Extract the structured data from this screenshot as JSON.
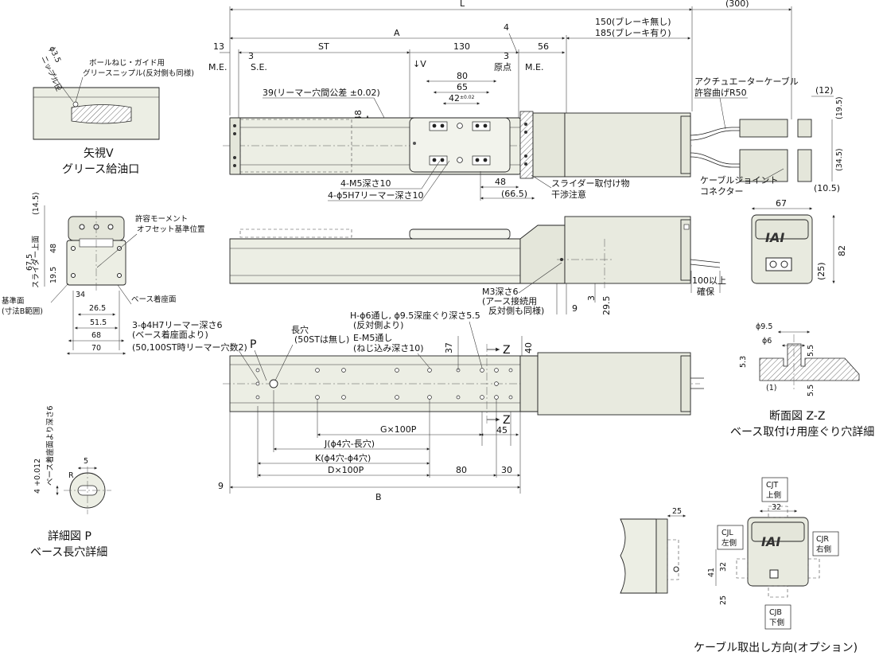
{
  "dims": {
    "L": "L",
    "p300": "(300)",
    "d150": "150(ブレーキ無し)",
    "d185": "185(ブレーキ有り)",
    "A": "A",
    "d13": "13",
    "d3a": "3",
    "ST": "ST",
    "d130": "130",
    "d4": "4",
    "d3b": "3",
    "d56": "56",
    "d80": "80",
    "d65": "65",
    "d42": "42",
    "d42tol": "±0.02",
    "d48a": "48",
    "d48b": "48",
    "p665": "(66.5)",
    "p12": "(12)",
    "p195": "(19.5)",
    "p345": "(34.5)",
    "p105": "(10.5)",
    "d67": "67",
    "d82": "82",
    "p25": "(25)",
    "p145": "(14.5)",
    "d675": "67.5",
    "d48c": "48",
    "d195": "19.5",
    "d34": "34",
    "d265": "26.5",
    "d515": "51.5",
    "d68": "68",
    "d70": "70",
    "d100": "100以上",
    "d100b": "確保",
    "d3c": "3",
    "d295": "29.5",
    "d9a": "9",
    "d37": "37",
    "d40": "40",
    "d45": "45",
    "G": "G×100P",
    "J": "J(ϕ4穴-長穴)",
    "K": "K(ϕ4穴-ϕ4穴)",
    "D": "D×100P",
    "d80b": "80",
    "d30": "30",
    "B": "B",
    "d9b": "9",
    "d95": "ϕ9.5",
    "d6": "ϕ6",
    "d53": "5.3",
    "d55a": "5.5",
    "d55b": "5.5",
    "p1": "(1)",
    "d5": "5",
    "R": "R",
    "d25a": "25",
    "d32a": "32",
    "d41": "41",
    "d32b": "32",
    "d25b": "25",
    "tol012": "4 +0.012"
  },
  "labels": {
    "phi35": "ϕ3.5",
    "nipple": "ニップル径",
    "view_v_1": "矢視V",
    "view_v_2": "グリース給油口",
    "grease_1": "ボールねじ・ガイド用",
    "grease_2": "グリースニップル(反対側も同様)",
    "me_left": "M.E.",
    "se": "S.E.",
    "arrow_v": "↓V",
    "origin": "原点",
    "me_right": "M.E.",
    "ream": "39(リーマー穴間公差 ±0.02)",
    "m5": "4-M5深さ10",
    "h7": "4-ϕ5H7リーマー深さ10",
    "cable_1": "アクチュエーターケーブル",
    "cable_2": "許容曲げR50",
    "interf_1": "スライダー取付け物",
    "interf_2": "干渉注意",
    "joint_1": "ケーブルジョイント",
    "joint_2": "コネクター",
    "moment_1": "許容モーメント",
    "moment_2": "オフセット基準位置",
    "slider_top": "スライダー上面",
    "ref_face": "基準面",
    "ref_range": "(寸法B範囲)",
    "base_seat": "ベース着座面",
    "m3_1": "M3深さ6",
    "m3_2": "(アース接続用",
    "m3_3": "反対側も同様)",
    "p_mark": "P",
    "slot_1": "長穴",
    "slot_2": "(50STは無し)",
    "h4h7_1": "3-ϕ4H7リーマー深さ6",
    "h4h7_2": "(ベース着座面より)",
    "h4h7_3": "(50,100ST時リーマー穴数2)",
    "h_thru_1": "H-ϕ6通し, ϕ9.5深座ぐり深さ5.5",
    "h_thru_2": "(反対側より)",
    "e_thru_1": "E-M5通し",
    "e_thru_2": "(ねじ込み深さ10)",
    "z_mark": "Z",
    "section_1": "断面図 Z-Z",
    "section_2": "ベース取付け用座ぐり穴詳細",
    "detail_p_1": "詳細図 P",
    "detail_p_2": "ベース長穴詳細",
    "base_depth": "ベース着座面より深さ6",
    "logo": "IAI",
    "cjt_1": "CJT",
    "cjt_2": "上側",
    "cjl_1": "CJL",
    "cjl_2": "左側",
    "cjr_1": "CJR",
    "cjr_2": "右側",
    "cjb_1": "CJB",
    "cjb_2": "下側",
    "cable_dir": "ケーブル取出し方向(オプション)"
  }
}
